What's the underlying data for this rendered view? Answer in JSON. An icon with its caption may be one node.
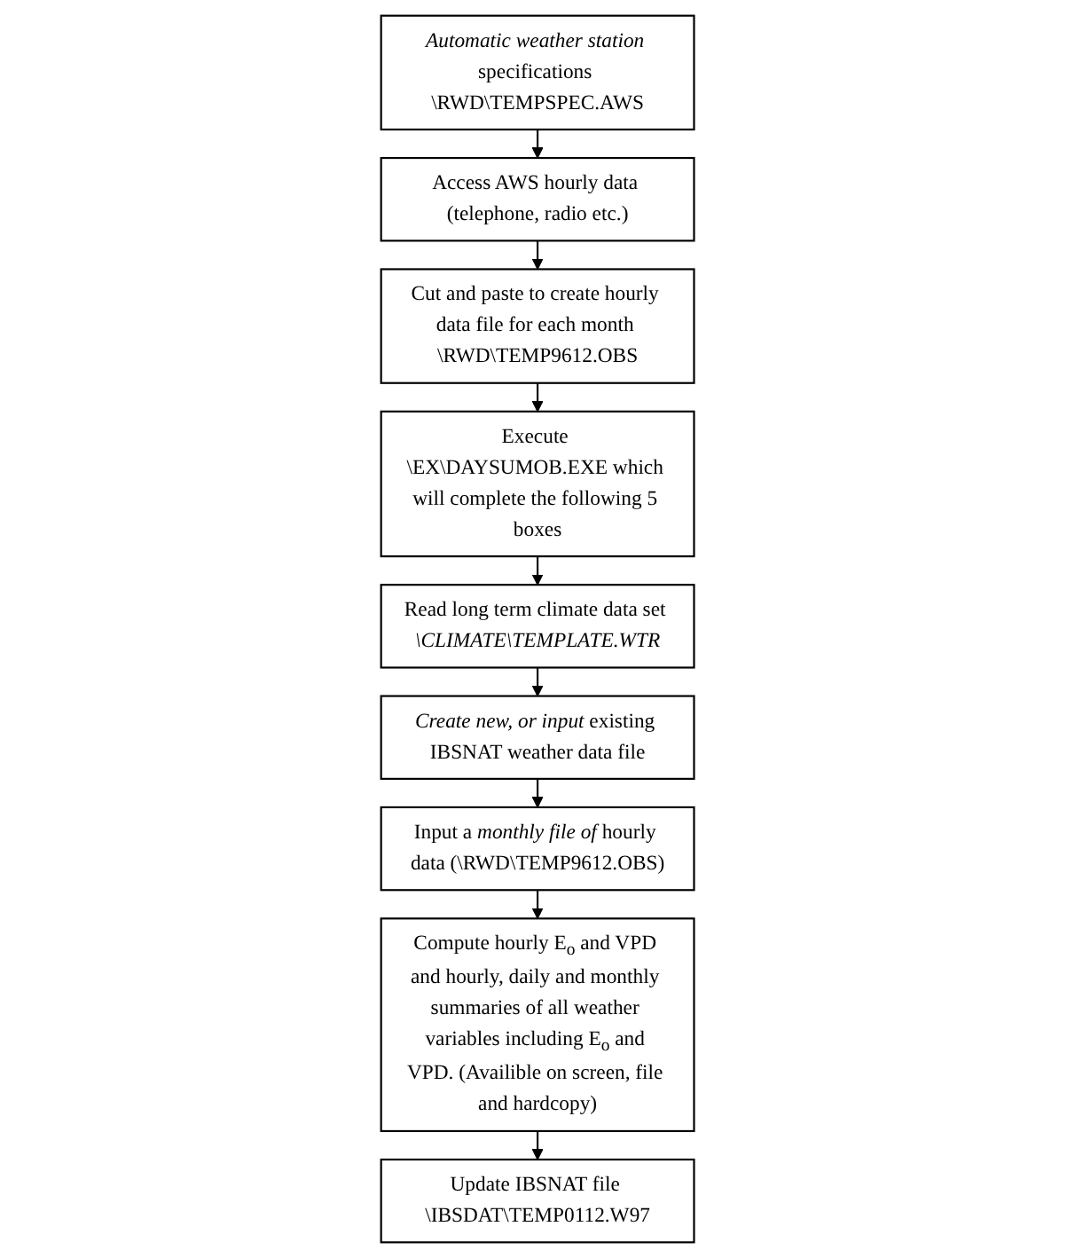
{
  "diagram": {
    "nodes": [
      {
        "text": [
          "*Automatic weather station* specifications \\RWD\\TEMPSPEC.AWS"
        ]
      },
      {
        "text": [
          "Access AWS hourly data (telephone, radio etc.)"
        ]
      },
      {
        "text": [
          "Cut and paste to create hourly data file for each month \\RWD\\TEMP9612.OBS"
        ]
      },
      {
        "text": [
          "Execute \\EX\\DAYSUMOB.EXE which will complete the following 5 boxes"
        ]
      },
      {
        "text": [
          "Read long term climate data set *\\CLIMATE\\TEMPLATE.WTR*"
        ]
      },
      {
        "text": [
          "*Create new, or input* existing IBSNAT weather data file"
        ]
      },
      {
        "text": [
          "Input a *monthly file of* hourly data (\\RWD\\TEMP9612.OBS)"
        ]
      },
      {
        "text": [
          "Compute hourly E$_{o}$ and VPD and hourly, daily and monthly summaries of all weather variables including E$_{o}$ and VPD. (Availible on screen, file and hardcopy)"
        ]
      },
      {
        "text": [
          "Update IBSNAT file \\IBSDAT\\TEMP0112.W97"
        ]
      }
    ],
    "edges": [
      {
        "from": 0,
        "to": 1,
        "arrow": "to"
      },
      {
        "from": 1,
        "to": 2,
        "arrow": "to"
      },
      {
        "from": 2,
        "to": 3,
        "arrow": "to"
      },
      {
        "from": 3,
        "to": 4,
        "arrow": "to"
      },
      {
        "from": 4,
        "to": 5,
        "arrow": "to"
      },
      {
        "from": 5,
        "to": 6,
        "arrow": "to"
      },
      {
        "from": 6,
        "to": 7,
        "arrow": "to"
      },
      {
        "from": 7,
        "to": 8,
        "arrow": "to"
      }
    ]
  }
}
